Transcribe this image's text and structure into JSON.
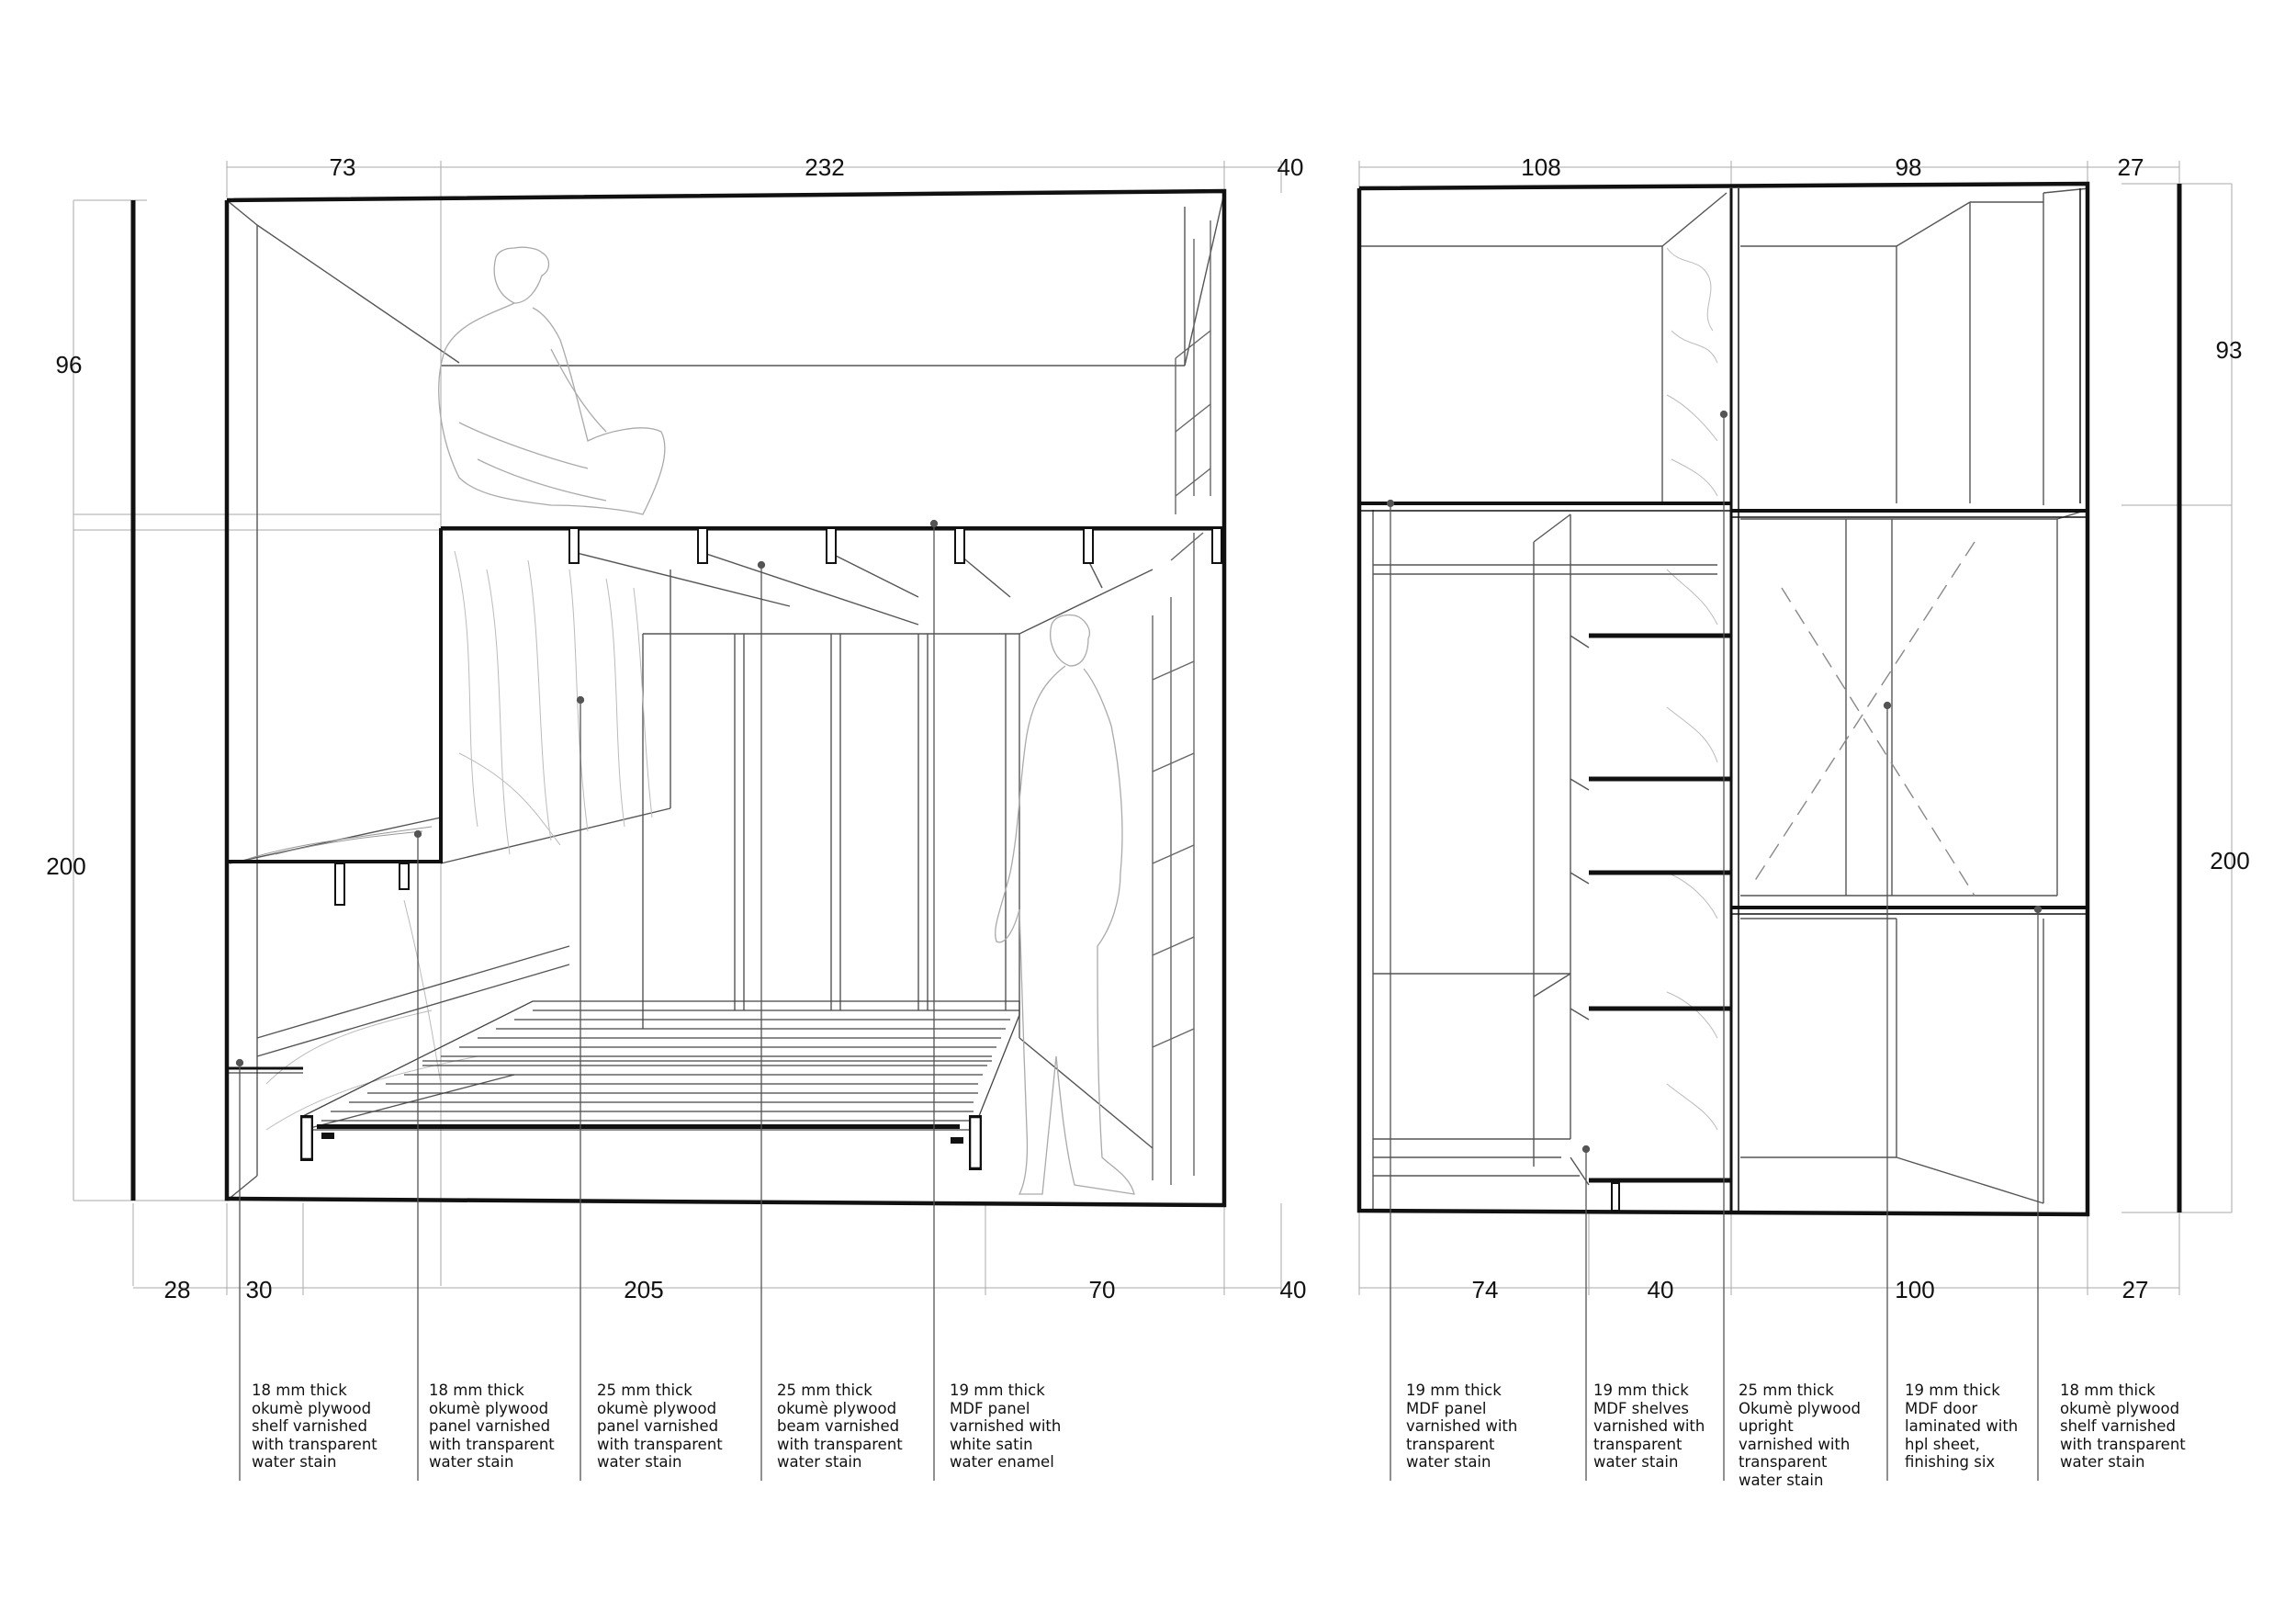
{
  "dimensions": {
    "left_top": [
      "73",
      "232",
      "40"
    ],
    "left_bottom": [
      "28",
      "30",
      "205",
      "70",
      "40"
    ],
    "left_vertical": [
      "96",
      "200"
    ],
    "right_top": [
      "108",
      "98",
      "27"
    ],
    "right_bottom": [
      "74",
      "40",
      "100",
      "27"
    ],
    "right_vertical": [
      "93",
      "200"
    ]
  },
  "callouts_left": [
    {
      "lines": [
        "18 mm thick",
        "okumè plywood",
        "shelf varnished",
        "with transparent",
        "water stain"
      ]
    },
    {
      "lines": [
        "18 mm thick",
        "okumè plywood",
        "panel varnished",
        "with transparent",
        "water stain"
      ]
    },
    {
      "lines": [
        "25  mm thick",
        "okumè plywood",
        "panel varnished",
        "with transparent",
        "water stain"
      ]
    },
    {
      "lines": [
        "25  mm thick",
        "okumè plywood",
        "beam varnished",
        "with transparent",
        "water stain"
      ]
    },
    {
      "lines": [
        "19 mm thick",
        "MDF panel",
        "varnished with",
        "white satin",
        "water enamel"
      ]
    }
  ],
  "callouts_right": [
    {
      "lines": [
        "19 mm thick",
        "MDF panel",
        "varnished with",
        "transparent",
        "water stain"
      ]
    },
    {
      "lines": [
        "19 mm thick",
        "MDF shelves",
        "varnished with",
        "transparent",
        "water stain"
      ]
    },
    {
      "lines": [
        "25 mm thick",
        "Okumè plywood",
        "upright",
        "varnished with",
        "transparent",
        "water stain"
      ]
    },
    {
      "lines": [
        "19 mm thick",
        "MDF door",
        "laminated with",
        "hpl sheet,",
        "finishing six"
      ]
    },
    {
      "lines": [
        "18 mm thick",
        "okumè plywood",
        "shelf varnished",
        "with transparent",
        "water stain"
      ]
    }
  ]
}
